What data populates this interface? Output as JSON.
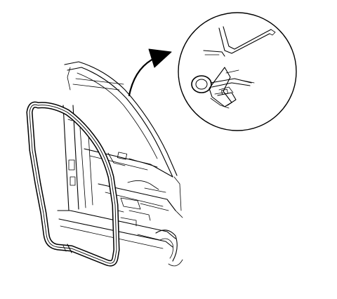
{
  "diagram": {
    "type": "technical-illustration",
    "subject": "front-door-weatherstrip",
    "colors": {
      "line": "#000000",
      "background": "#ffffff"
    },
    "detail_view": {
      "shape": "circle",
      "shows": "weatherstrip-retainer-clip"
    },
    "callout": {
      "style": "curved-arrow",
      "points_to": "detail-view"
    }
  }
}
